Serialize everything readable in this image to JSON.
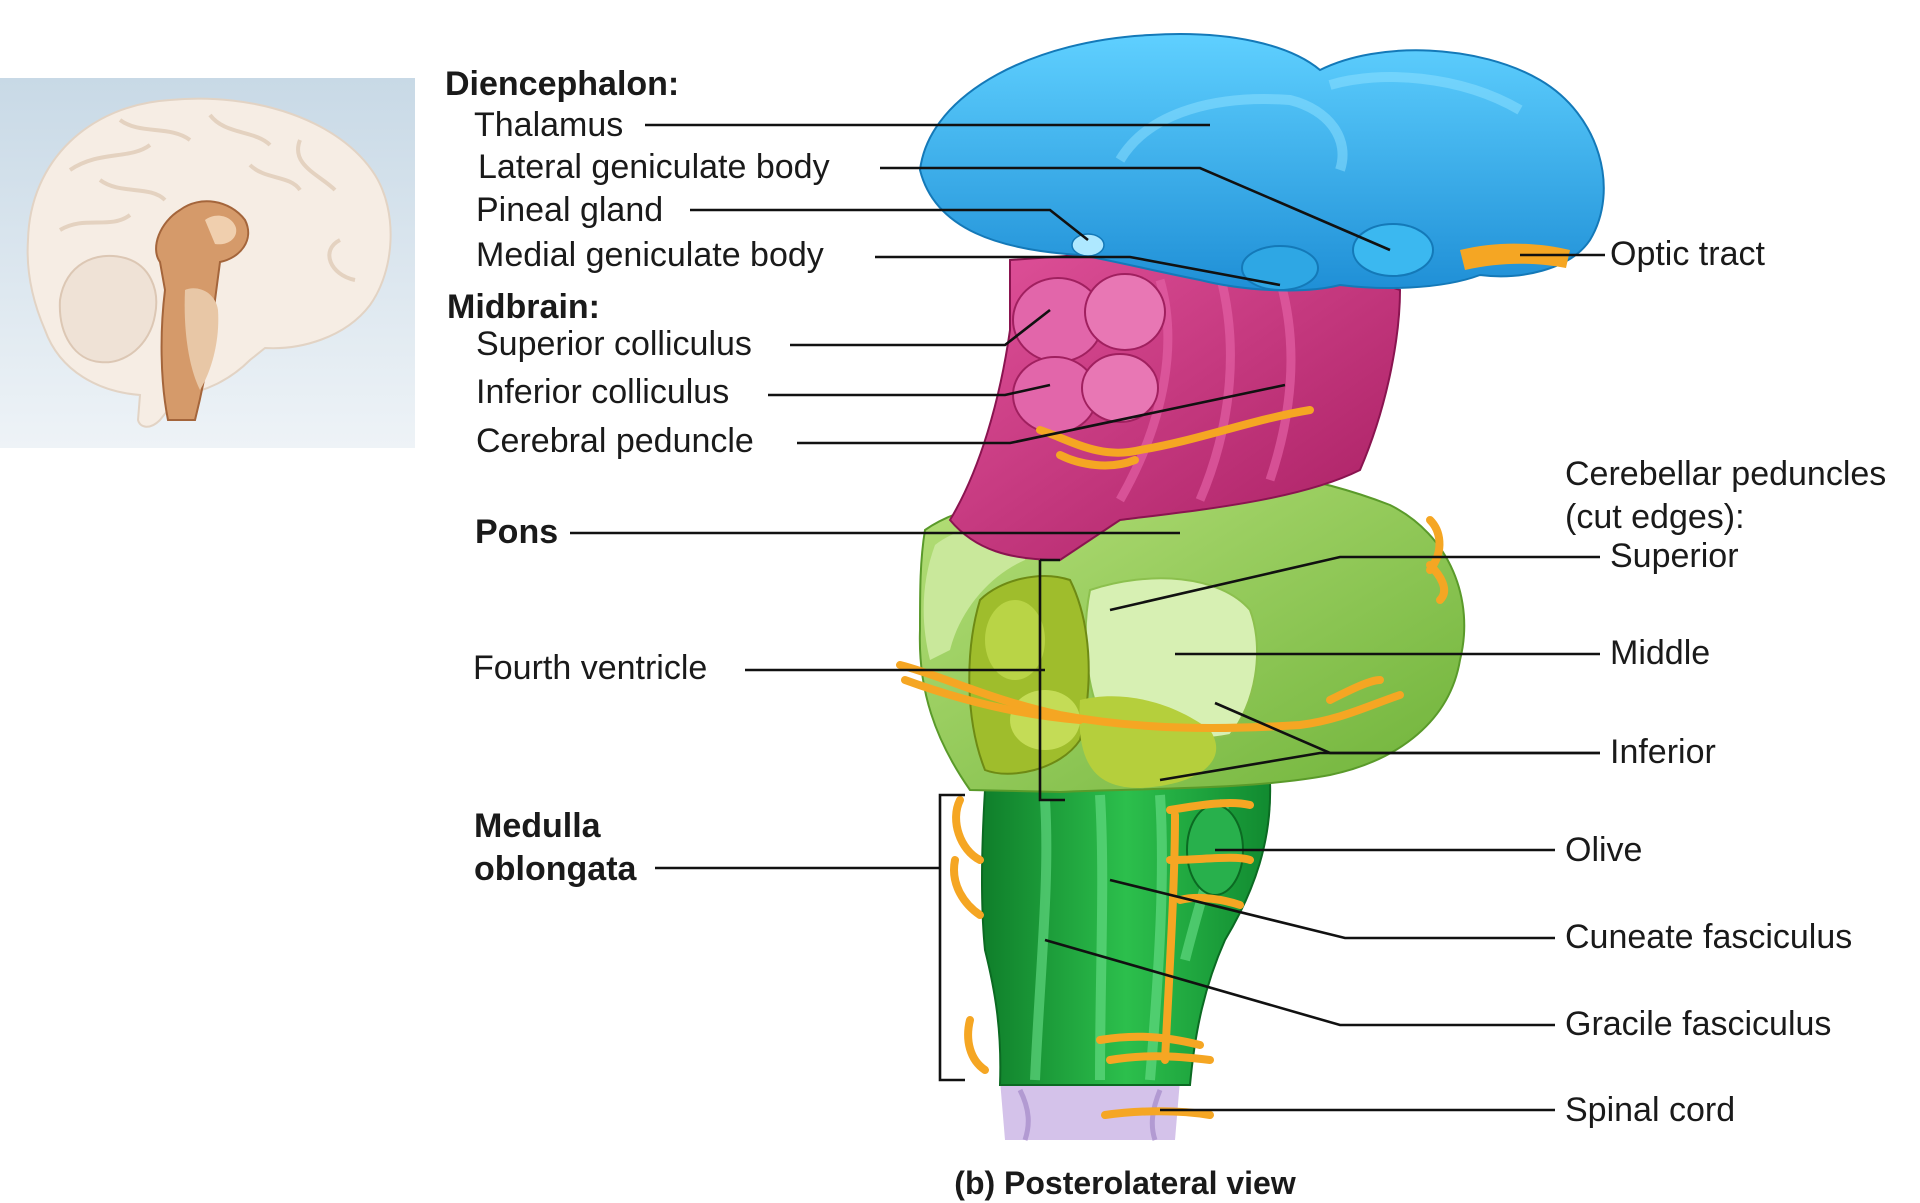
{
  "caption": "(b) Posterolateral view",
  "groups": {
    "diencephalon": "Diencephalon:",
    "midbrain": "Midbrain:",
    "pons": "Pons",
    "medulla_line1": "Medulla",
    "medulla_line2": "oblongata",
    "cerebellar_line1": "Cerebellar peduncles",
    "cerebellar_line2": "(cut edges):"
  },
  "labels": {
    "thalamus": "Thalamus",
    "lateral_geniculate": "Lateral geniculate body",
    "pineal": "Pineal gland",
    "medial_geniculate": "Medial geniculate body",
    "superior_colliculus": "Superior colliculus",
    "inferior_colliculus": "Inferior colliculus",
    "cerebral_peduncle": "Cerebral peduncle",
    "fourth_ventricle": "Fourth ventricle",
    "optic_tract": "Optic tract",
    "superior": "Superior",
    "middle": "Middle",
    "inferior": "Inferior",
    "olive": "Olive",
    "cuneate": "Cuneate fasciculus",
    "gracile": "Gracile fasciculus",
    "spinal_cord": "Spinal cord"
  },
  "colors": {
    "diencephalon": "#2aaee8",
    "midbrain": "#c9307a",
    "cerebellar_peduncles": "#8cc63f",
    "medulla": "#1f9e3a",
    "nerves": "#f5a623",
    "spinal_cord": "#c9b6e0",
    "inset_background": "#cfdde8"
  }
}
